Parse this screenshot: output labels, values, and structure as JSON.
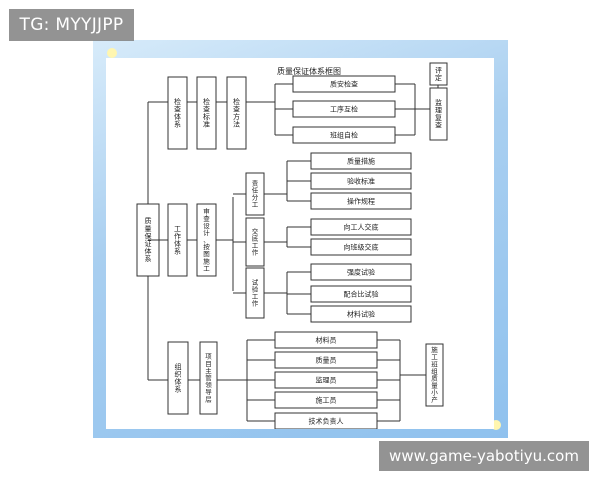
{
  "watermark_top": "TG: MYYJJPP",
  "watermark_bottom": "www.game-yabotiyu.com",
  "diagram": {
    "title": "质量保证体系框图",
    "root": "质量保证体系",
    "branch_inspection": {
      "system": "检查体系",
      "standard": "检查标准",
      "method": "检查方法",
      "items": [
        "质安检查",
        "工序互检",
        "班组自检"
      ],
      "review": "监理复查",
      "evaluate": "评定"
    },
    "branch_work": {
      "system": "工作体系",
      "design": "审查设计、按图施工",
      "groups": [
        {
          "name": "责任分工",
          "items": [
            "质量措施",
            "验收标准",
            "操作规程"
          ]
        },
        {
          "name": "交底工作",
          "items": [
            "向工人交底",
            "向班级交底"
          ]
        },
        {
          "name": "试验工作",
          "items": [
            "强度试验",
            "配合比试验",
            "材料试验"
          ]
        }
      ]
    },
    "branch_org": {
      "system": "组织体系",
      "leader": "项目主管领导层",
      "members": [
        "材料员",
        "质量员",
        "监理员",
        "施工员",
        "技术负责人"
      ],
      "team": "施工班组质量小产"
    }
  }
}
